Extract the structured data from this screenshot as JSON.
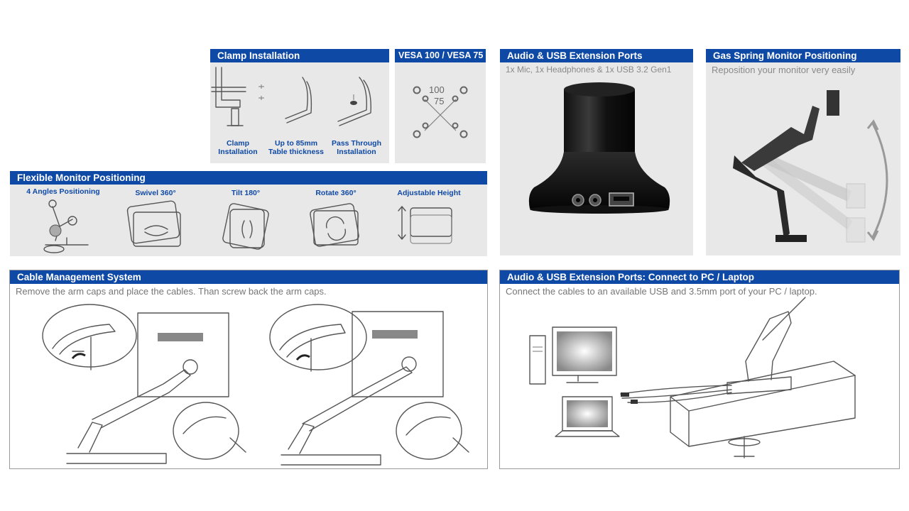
{
  "clamp": {
    "title": "Clamp Installation",
    "items": [
      {
        "line1": "Clamp",
        "line2": "Installation"
      },
      {
        "line1": "Up to 85mm",
        "line2": "Table thickness"
      },
      {
        "line1": "Pass Through",
        "line2": "Installation"
      }
    ]
  },
  "vesa": {
    "title": "VESA 100 / VESA 75",
    "outer_label": "100",
    "inner_label": "75"
  },
  "audio_usb": {
    "title": "Audio & USB Extension Ports",
    "subtitle": "1x Mic, 1x Headphones & 1x USB 3.2 Gen1"
  },
  "gas_spring": {
    "title": "Gas Spring Monitor Positioning",
    "subtitle": "Reposition your monitor very easily"
  },
  "flexible": {
    "title": "Flexible Monitor Positioning",
    "items": [
      {
        "label": "4 Angles Positioning"
      },
      {
        "label": "Swivel 360°"
      },
      {
        "label": "Tilt 180°"
      },
      {
        "label": "Rotate 360°"
      },
      {
        "label": "Adjustable Height"
      }
    ]
  },
  "cable": {
    "title": "Cable Management System",
    "subtitle": "Remove the arm caps and place the cables. Than screw back the arm caps."
  },
  "connect": {
    "title": "Audio & USB Extension Ports: Connect to PC / Laptop",
    "subtitle": "Connect the cables to an available USB and 3.5mm port of your PC / laptop."
  },
  "colors": {
    "header_blue": "#0f49a6",
    "panel_gray": "#e8e8e8",
    "caption_blue": "#0f49a6"
  }
}
